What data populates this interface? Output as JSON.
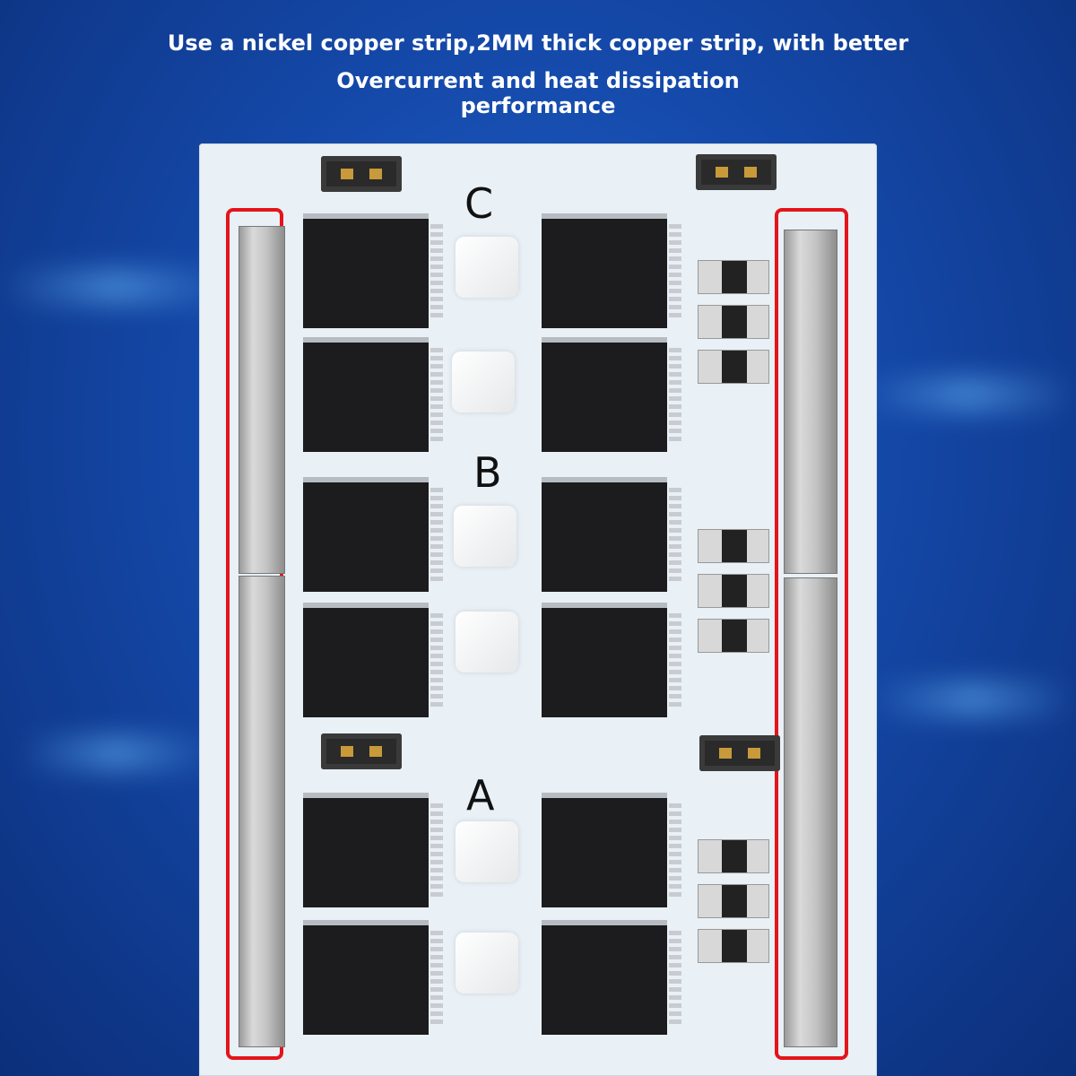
{
  "headline": {
    "line1": "Use a nickel copper strip,2MM thick copper strip, with better",
    "line2": "Overcurrent and heat dissipation",
    "line3": "performance"
  },
  "board": {
    "section_labels": [
      "C",
      "B",
      "A"
    ]
  },
  "colors": {
    "background": "#1448a8",
    "highlight_box": "#e4141b",
    "board": "#e9f0f6"
  }
}
